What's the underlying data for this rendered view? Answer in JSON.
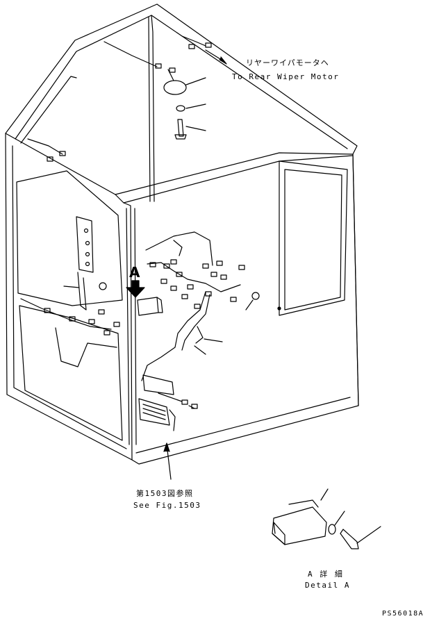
{
  "labels": {
    "rear_wiper_jp": "リヤーワイパモータヘ",
    "rear_wiper_en": "To Rear Wiper Motor",
    "view_arrow": "A",
    "fig_ref_jp": "第1503図参照",
    "fig_ref_en": "See Fig.1503",
    "detail_jp": "A 詳 細",
    "detail_en": "Detail A",
    "part_code": "PS56018A"
  }
}
